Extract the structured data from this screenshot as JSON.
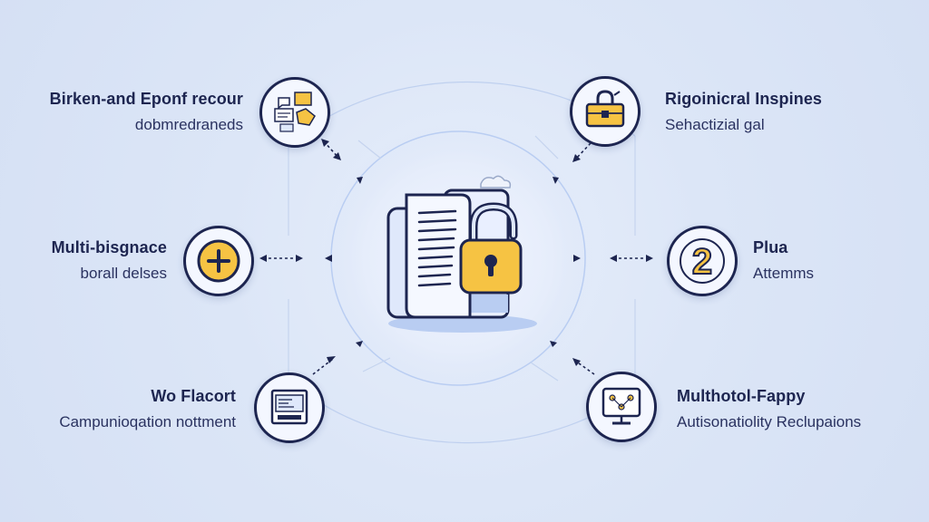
{
  "nodes": {
    "top_left": {
      "title": "Birken-and Eponf recour",
      "subtitle": "dobmredraneds",
      "icon": "documents-chat-icon"
    },
    "mid_left": {
      "title": "Multi-bisgnace",
      "subtitle": "borall delses",
      "icon": "plus-icon"
    },
    "bottom_left": {
      "title": "Wo Flacort",
      "subtitle": "Campunioqation nottment",
      "icon": "monitor-icon"
    },
    "top_right": {
      "title": "Rigoinicral Inspines",
      "subtitle": "Sehactizial gal",
      "icon": "briefcase-lock-icon"
    },
    "mid_right": {
      "title": "Plua",
      "subtitle": "Attemms",
      "icon": "number-two-icon"
    },
    "bottom_right": {
      "title": "Multhotol-Fappy",
      "subtitle": "Autisonatiolity Reclupaions",
      "icon": "network-screen-icon"
    }
  },
  "center": {
    "icon": "document-padlock-icon"
  },
  "colors": {
    "accent_yellow": "#f6c343",
    "navy": "#1d2550",
    "blue_light": "#b9cdf2"
  }
}
